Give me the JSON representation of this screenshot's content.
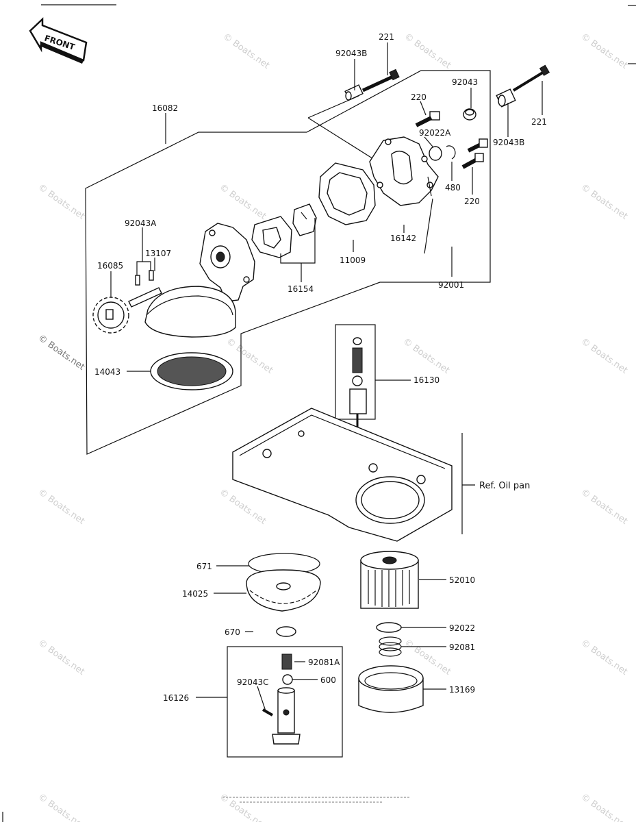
{
  "diagram": {
    "front_label": "FRONT",
    "ref_label": "Ref. Oil pan",
    "watermark": "© Boats.net",
    "parts": {
      "p221_top": "221",
      "p92043B_top": "92043B",
      "p16082": "16082",
      "p220_top": "220",
      "p92043": "92043",
      "p221_right": "221",
      "p92022A": "92022A",
      "p92043B_right": "92043B",
      "p480": "480",
      "p220_right": "220",
      "p92043A": "92043A",
      "p13107": "13107",
      "p16085": "16085",
      "p16142": "16142",
      "p11009": "11009",
      "p16154": "16154",
      "p92001": "92001",
      "p14043": "14043",
      "p16130": "16130",
      "p671": "671",
      "p52010": "52010",
      "p14025": "14025",
      "p670": "670",
      "p92022": "92022",
      "p92081": "92081",
      "p92081A": "92081A",
      "p600": "600",
      "p92043C": "92043C",
      "p16126": "16126",
      "p13169": "13169"
    }
  }
}
